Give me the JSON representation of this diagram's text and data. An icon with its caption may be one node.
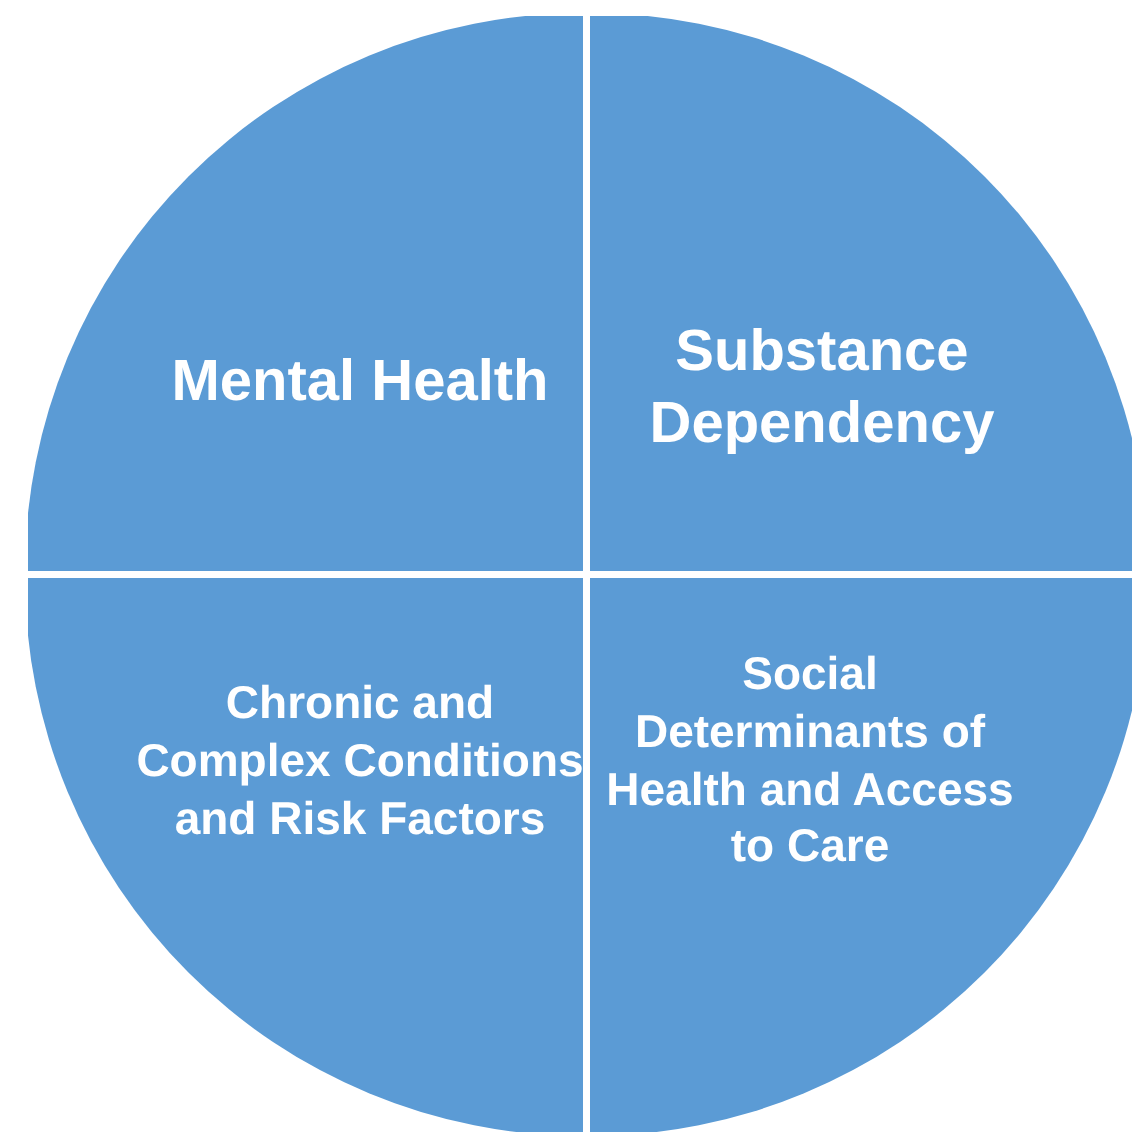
{
  "diagram": {
    "nodes": [
      {
        "text": [
          "Mental Health"
        ]
      },
      {
        "text": [
          "Substance Dependency"
        ]
      },
      {
        "text": [
          "Chronic and Complex Conditions and Risk Factors"
        ]
      },
      {
        "text": [
          "Social Determinants of Health and Access to Care"
        ]
      }
    ]
  }
}
